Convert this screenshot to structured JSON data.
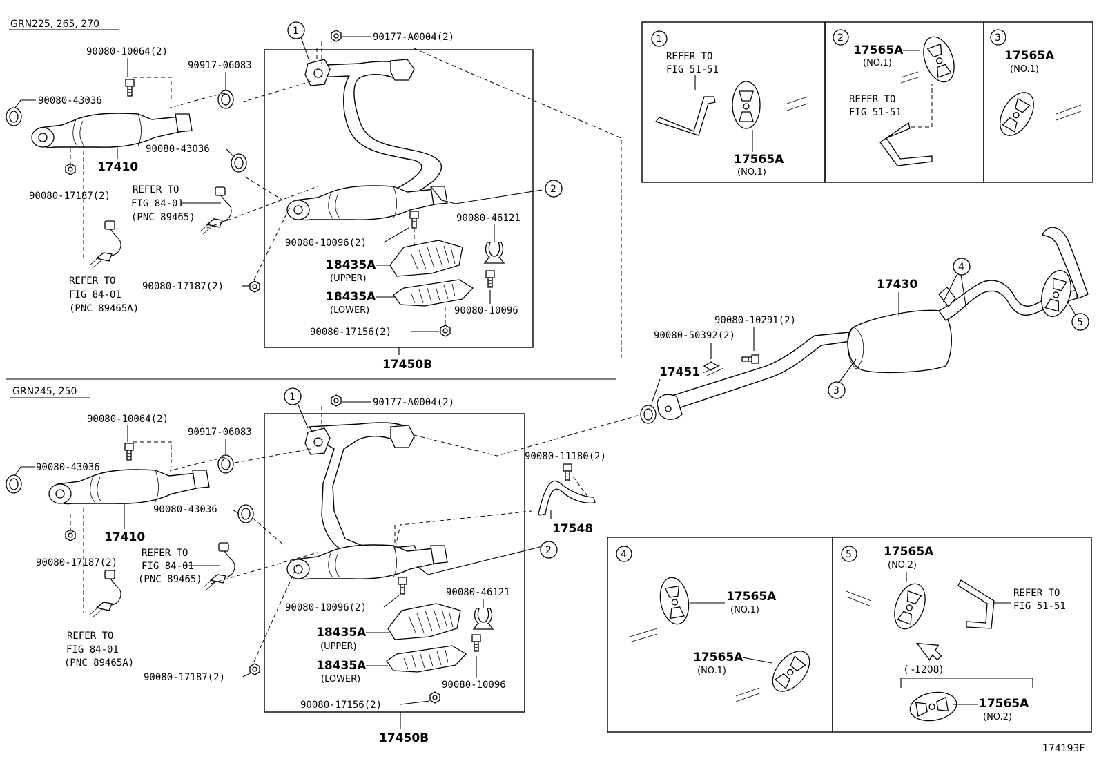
{
  "figure_id": "174193F",
  "variants": {
    "top": "GRN225, 265, 270",
    "bottom": "GRN245, 250"
  },
  "labels_top": {
    "gasket_nut": "90177-A0004(2)",
    "bolt_10064": "90080-10064(2)",
    "gasket_06083": "90917-06083",
    "gasket_43036_a": "90080-43036",
    "gasket_43036_b": "90080-43036",
    "converter": "17410",
    "nut_17187_a": "90080-17187(2)",
    "refer1_a": "REFER TO",
    "refer1_b": "FIG 84-01",
    "refer1_c": "(PNC 89465)",
    "refer2_a": "REFER TO",
    "refer2_b": "FIG 84-01",
    "refer2_c": "(PNC 89465A)",
    "nut_17187_b": "90080-17187(2)",
    "bolt_10096_2": "90080-10096(2)",
    "clamp_46121": "90080-46121",
    "shield_upper": "18435A",
    "shield_upper_sub": "(UPPER)",
    "shield_lower": "18435A",
    "shield_lower_sub": "(LOWER)",
    "bolt_10096": "90080-10096",
    "nut_17156": "90080-17156(2)",
    "assembly": "17450B"
  },
  "labels_bottom": {
    "gasket_nut": "90177-A0004(2)",
    "bolt_10064": "90080-10064(2)",
    "gasket_06083": "90917-06083",
    "gasket_43036_a": "90080-43036",
    "gasket_43036_b": "90080-43036",
    "converter": "17410",
    "nut_17187_a": "90080-17187(2)",
    "refer1_a": "REFER TO",
    "refer1_b": "FIG 84-01",
    "refer1_c": "(PNC 89465)",
    "refer2_a": "REFER TO",
    "refer2_b": "FIG 84-01",
    "refer2_c": "(PNC 89465A)",
    "nut_17187_b": "90080-17187(2)",
    "bolt_10096_2": "90080-10096(2)",
    "clamp_46121": "90080-46121",
    "shield_upper": "18435A",
    "shield_upper_sub": "(UPPER)",
    "shield_lower": "18435A",
    "shield_lower_sub": "(LOWER)",
    "bolt_10096": "90080-10096",
    "nut_17156": "90080-17156(2)",
    "assembly": "17450B",
    "bolt_11180": "90080-11180(2)",
    "bracket": "17548"
  },
  "labels_right": {
    "muffler": "17430",
    "spring_50392": "90080-50392(2)",
    "bolt_10291": "90080-10291(2)",
    "gasket_17451": "17451"
  },
  "callouts": [
    "1",
    "2",
    "3",
    "4",
    "5"
  ],
  "detail_1": {
    "refer_a": "REFER TO",
    "refer_b": "FIG 51-51",
    "part": "17565A",
    "sub": "(NO.1)"
  },
  "detail_2": {
    "part": "17565A",
    "sub": "(NO.1)",
    "refer_a": "REFER TO",
    "refer_b": "FIG 51-51"
  },
  "detail_3": {
    "part": "17565A",
    "sub": "(NO.1)"
  },
  "detail_4": {
    "part_a": "17565A",
    "sub_a": "(NO.1)",
    "part_b": "17565A",
    "sub_b": "(NO.1)"
  },
  "detail_5": {
    "part_a": "17565A",
    "sub_a": "(NO.2)",
    "refer_a": "REFER TO",
    "refer_b": "FIG 51-51",
    "range": "(   -1208)",
    "part_b": "17565A",
    "sub_b": "(NO.2)"
  }
}
